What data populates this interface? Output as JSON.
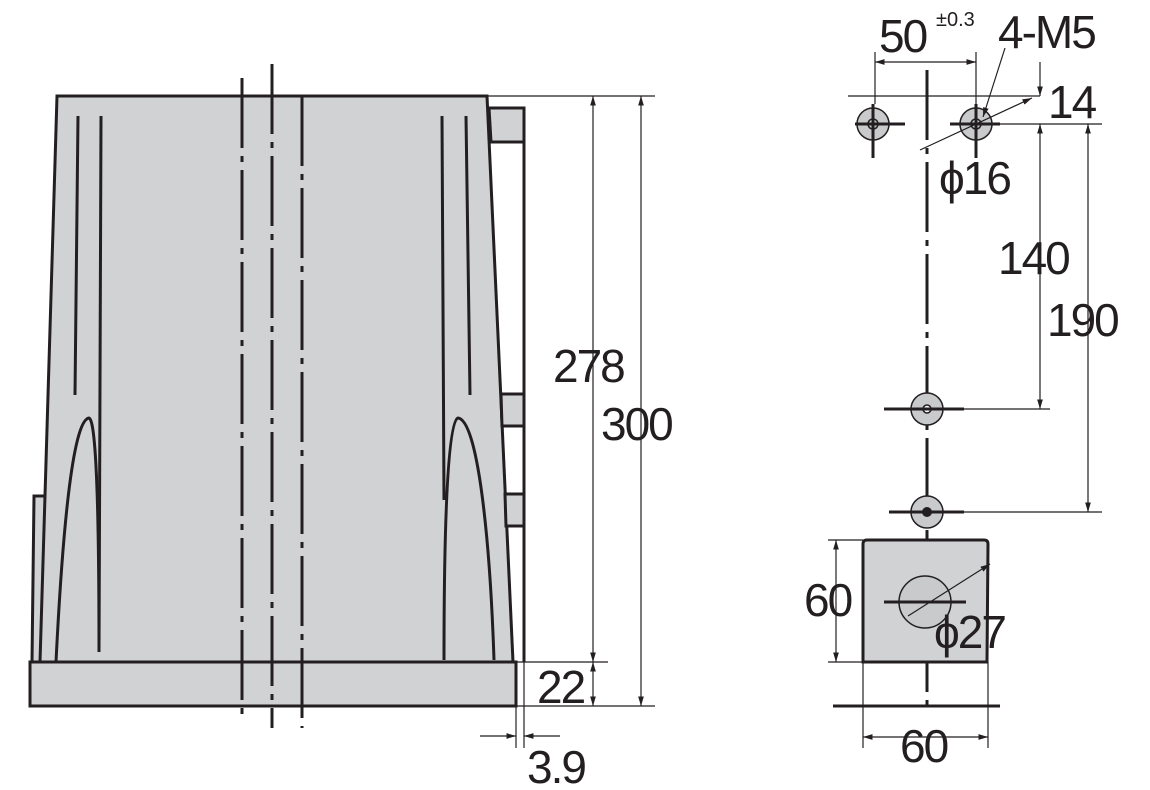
{
  "colors": {
    "line": "#231f20",
    "fill": "#d0d2d3",
    "background": "#ffffff"
  },
  "side_view": {
    "dims": {
      "height_inner": "278",
      "height_total": "300",
      "base_height": "22",
      "offset": "3.9"
    }
  },
  "plan_view": {
    "dims": {
      "hole_pitch": "50",
      "tolerance": "±0.3",
      "screw": "4-M5",
      "top_offset": "14",
      "hole_dia": "ϕ16",
      "dist_1": "140",
      "dist_2": "190",
      "pad_height": "60",
      "pad_hole_dia": "ϕ27",
      "pad_width": "60"
    }
  }
}
